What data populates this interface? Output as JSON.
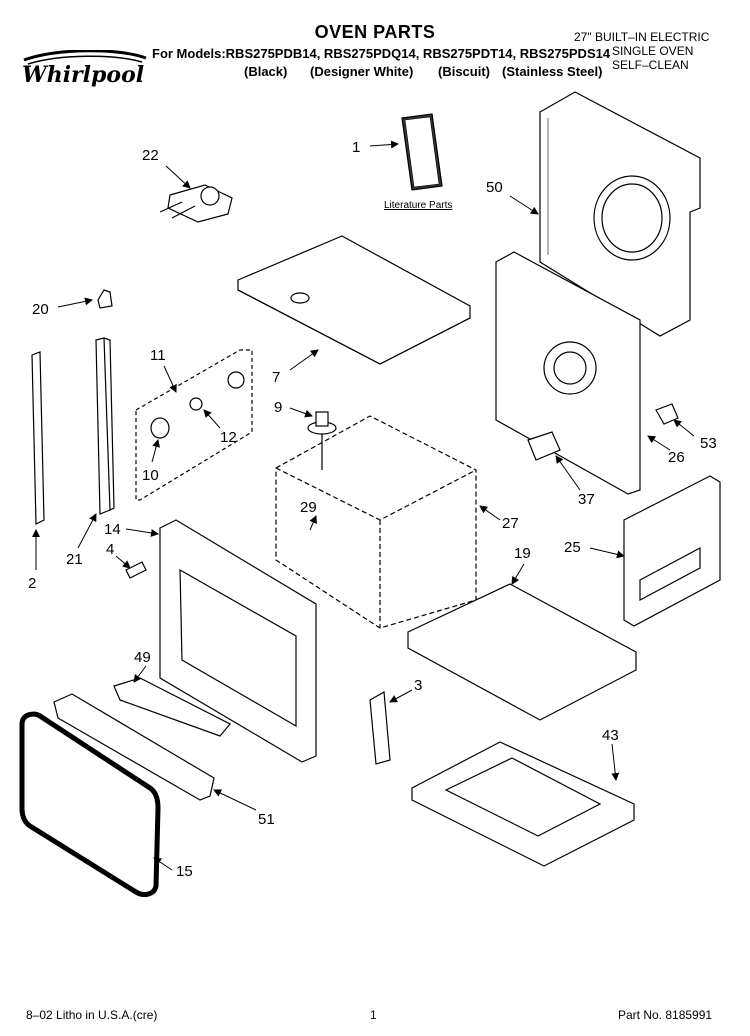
{
  "header": {
    "brand": "Whirlpool",
    "title": "OVEN PARTS",
    "models_line": "For Models:RBS275PDB14, RBS275PDQ14, RBS275PDT14, RBS275PDS14",
    "variants": [
      "(Black)",
      "(Designer White)",
      "(Biscuit)",
      "(Stainless Steel)"
    ],
    "spec": [
      "27\" BUILT–IN ELECTRIC",
      "SINGLE OVEN",
      "SELF–CLEAN"
    ]
  },
  "literature_label": "Literature Parts",
  "callouts": [
    {
      "id": "c1",
      "label": "1"
    },
    {
      "id": "c22",
      "label": "22"
    },
    {
      "id": "c50",
      "label": "50"
    },
    {
      "id": "c20",
      "label": "20"
    },
    {
      "id": "c11",
      "label": "11"
    },
    {
      "id": "c7",
      "label": "7"
    },
    {
      "id": "c9",
      "label": "9"
    },
    {
      "id": "c12",
      "label": "12"
    },
    {
      "id": "c10",
      "label": "10"
    },
    {
      "id": "c53",
      "label": "53"
    },
    {
      "id": "c26",
      "label": "26"
    },
    {
      "id": "c37",
      "label": "37"
    },
    {
      "id": "c14",
      "label": "14"
    },
    {
      "id": "c29",
      "label": "29"
    },
    {
      "id": "c27",
      "label": "27"
    },
    {
      "id": "c21",
      "label": "21"
    },
    {
      "id": "c4",
      "label": "4"
    },
    {
      "id": "c2",
      "label": "2"
    },
    {
      "id": "c19",
      "label": "19"
    },
    {
      "id": "c25",
      "label": "25"
    },
    {
      "id": "c49",
      "label": "49"
    },
    {
      "id": "c3",
      "label": "3"
    },
    {
      "id": "c43",
      "label": "43"
    },
    {
      "id": "c51",
      "label": "51"
    },
    {
      "id": "c15",
      "label": "15"
    }
  ],
  "footer": {
    "litho": "8–02 Litho in U.S.A.(cre)",
    "page": "1",
    "part_no": "Part No. 8185991"
  }
}
